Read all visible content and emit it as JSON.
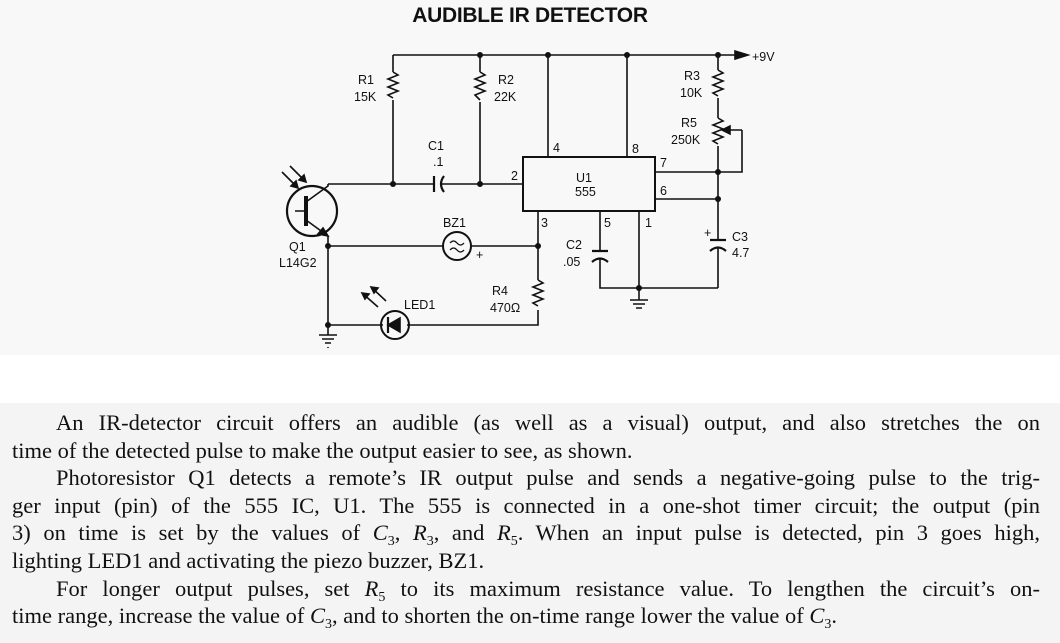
{
  "title": "AUDIBLE IR DETECTOR",
  "components": {
    "supply": "+9V",
    "r1": {
      "name": "R1",
      "value": "15K"
    },
    "r2": {
      "name": "R2",
      "value": "22K"
    },
    "r3": {
      "name": "R3",
      "value": "10K"
    },
    "r4": {
      "name": "R4",
      "value": "470Ω"
    },
    "r5": {
      "name": "R5",
      "value": "250K"
    },
    "c1": {
      "name": "C1",
      "value": ".1"
    },
    "c2": {
      "name": "C2",
      "value": ".05"
    },
    "c3": {
      "name": "C3",
      "value": "4.7"
    },
    "u1": {
      "name": "U1",
      "value": "555"
    },
    "q1": {
      "name": "Q1",
      "value": "L14G2"
    },
    "bz1": {
      "name": "BZ1"
    },
    "led1": {
      "name": "LED1"
    },
    "pins": [
      "2",
      "3",
      "4",
      "5",
      "6",
      "7",
      "8",
      "1"
    ],
    "plus": "+"
  },
  "body_lines": [
    {
      "indent": true,
      "segs": [
        {
          "t": "An IR-detector circuit offers an audible (as well as a visual) output, and also stretches the on"
        }
      ]
    },
    {
      "segs": [
        {
          "t": "time of the detected pulse to make the output easier to see, as shown."
        }
      ],
      "last": true
    },
    {
      "indent": true,
      "segs": [
        {
          "t": "Photoresistor Q1 detects a remote’s IR output pulse and sends a negative-going pulse to the trig-"
        }
      ]
    },
    {
      "segs": [
        {
          "t": "ger input (pin) of the 555 IC, U1. The 555 is connected in a one-shot timer circuit; the output (pin"
        }
      ]
    },
    {
      "segs": [
        {
          "t": "3) on time is set by the values of "
        },
        {
          "t": "C",
          "i": true
        },
        {
          "t": "3",
          "sub": true
        },
        {
          "t": ", "
        },
        {
          "t": "R",
          "i": true
        },
        {
          "t": "3",
          "sub": true
        },
        {
          "t": ", and "
        },
        {
          "t": "R",
          "i": true
        },
        {
          "t": "5",
          "sub": true
        },
        {
          "t": ". When an input pulse is detected, pin 3 goes high,"
        }
      ]
    },
    {
      "segs": [
        {
          "t": "lighting LED1 and activating the piezo buzzer, BZ1."
        }
      ],
      "last": true
    },
    {
      "indent": true,
      "segs": [
        {
          "t": "For longer output pulses, set "
        },
        {
          "t": "R",
          "i": true
        },
        {
          "t": "5",
          "sub": true
        },
        {
          "t": " to its maximum resistance value. To lengthen the circuit’s on-"
        }
      ]
    },
    {
      "segs": [
        {
          "t": "time range, increase the value of "
        },
        {
          "t": "C",
          "i": true
        },
        {
          "t": "3",
          "sub": true
        },
        {
          "t": ", and to shorten the on-time range lower the value of "
        },
        {
          "t": "C",
          "i": true
        },
        {
          "t": "3",
          "sub": true
        },
        {
          "t": "."
        }
      ],
      "last": true
    }
  ]
}
